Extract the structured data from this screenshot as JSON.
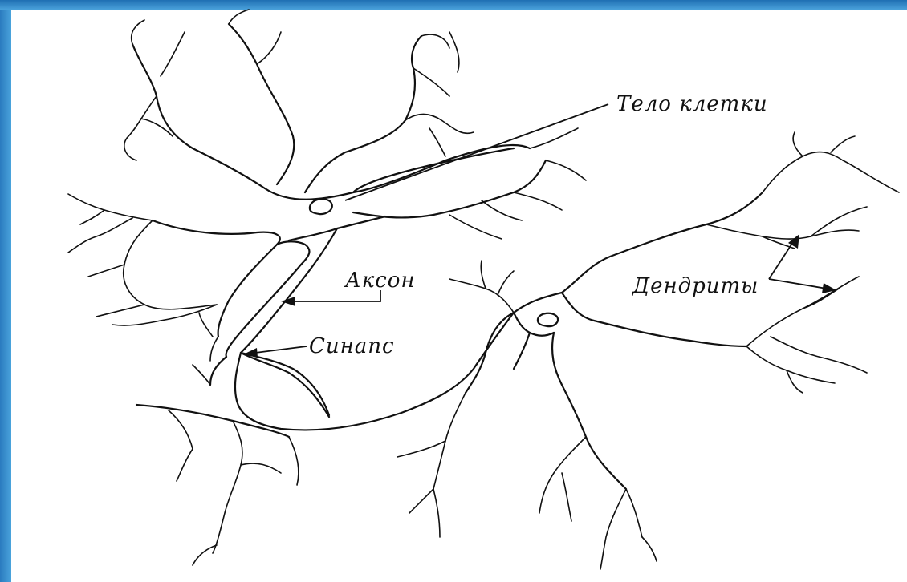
{
  "diagram": {
    "labels": {
      "cell_body": "Тело клетки",
      "axon": "Аксон",
      "synapse": "Синапс",
      "dendrites": "Дендриты"
    },
    "colors": {
      "border_blue": "#2f83c4",
      "line": "#111111",
      "background": "#ffffff"
    }
  }
}
